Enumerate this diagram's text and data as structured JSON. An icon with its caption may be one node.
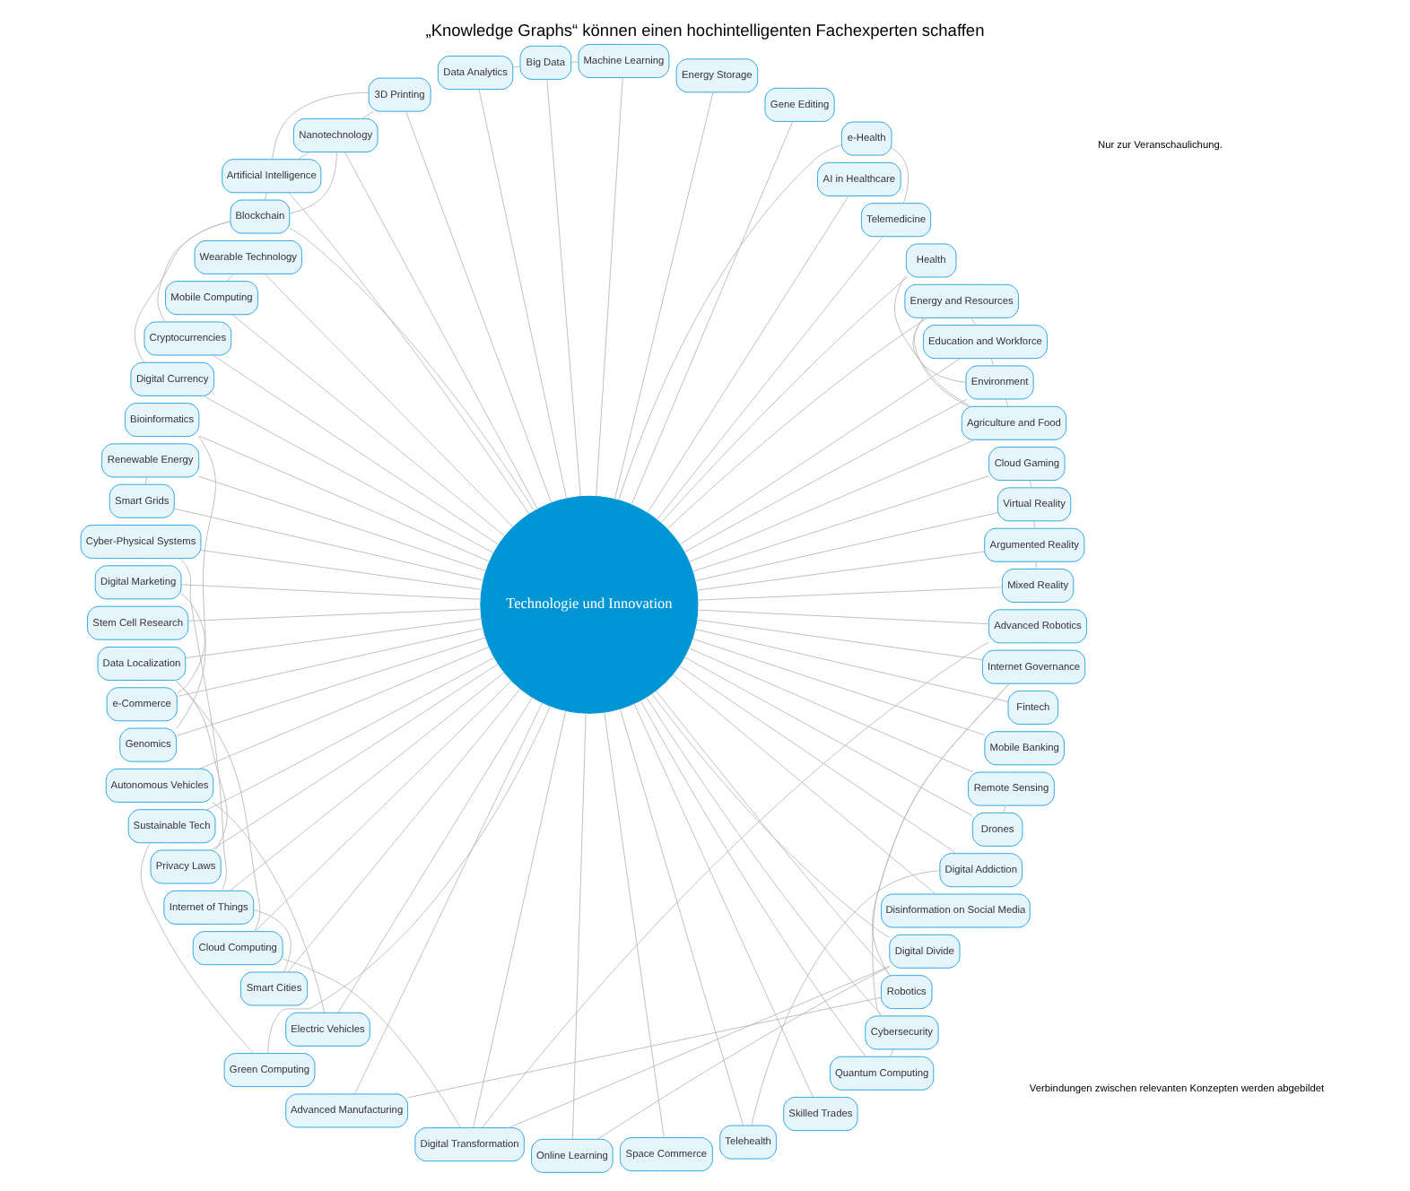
{
  "diagram": {
    "title": "„Knowledge Graphs“ können einen hochintelligenten Fachexperten schaffen",
    "nodes": [
      {
        "text": [
          "Technologie und Innovation"
        ]
      },
      {
        "text": [
          "Mixed Reality"
        ]
      },
      {
        "text": [
          "Argumented Reality"
        ]
      },
      {
        "text": [
          "Virtual Reality"
        ]
      },
      {
        "text": [
          "Cloud Gaming"
        ]
      },
      {
        "text": [
          "Agriculture and Food"
        ]
      },
      {
        "text": [
          "Environment"
        ]
      },
      {
        "text": [
          "Education and Workforce"
        ]
      },
      {
        "text": [
          "Energy and Resources"
        ]
      },
      {
        "text": [
          "Health"
        ]
      },
      {
        "text": [
          "Telemedicine"
        ]
      },
      {
        "text": [
          "AI in Healthcare"
        ]
      },
      {
        "text": [
          "e-Health"
        ]
      },
      {
        "text": [
          "Gene Editing"
        ]
      },
      {
        "text": [
          "Energy Storage"
        ]
      },
      {
        "text": [
          "Machine Learning"
        ]
      },
      {
        "text": [
          "Big Data"
        ]
      },
      {
        "text": [
          "Data Analytics"
        ]
      },
      {
        "text": [
          "3D Printing"
        ]
      },
      {
        "text": [
          "Nanotechnology"
        ]
      },
      {
        "text": [
          "Artificial Intelligence"
        ]
      },
      {
        "text": [
          "Blockchain"
        ]
      },
      {
        "text": [
          "Wearable Technology"
        ]
      },
      {
        "text": [
          "Mobile Computing"
        ]
      },
      {
        "text": [
          "Cryptocurrencies"
        ]
      },
      {
        "text": [
          "Digital Currency"
        ]
      },
      {
        "text": [
          "Bioinformatics"
        ]
      },
      {
        "text": [
          "Renewable Energy"
        ]
      },
      {
        "text": [
          "Smart Grids"
        ]
      },
      {
        "text": [
          "Cyber-Physical Systems"
        ]
      },
      {
        "text": [
          "Digital Marketing"
        ]
      },
      {
        "text": [
          "Stem Cell Research"
        ]
      },
      {
        "text": [
          "Data Localization"
        ]
      },
      {
        "text": [
          "e-Commerce"
        ]
      },
      {
        "text": [
          "Genomics"
        ]
      },
      {
        "text": [
          "Autonomous Vehicles"
        ]
      },
      {
        "text": [
          "Sustainable Tech"
        ]
      },
      {
        "text": [
          "Privacy Laws"
        ]
      },
      {
        "text": [
          "Internet of Things"
        ]
      },
      {
        "text": [
          "Cloud Computing"
        ]
      },
      {
        "text": [
          "Smart Cities"
        ]
      },
      {
        "text": [
          "Electric Vehicles"
        ]
      },
      {
        "text": [
          "Green Computing"
        ]
      },
      {
        "text": [
          "Advanced Manufacturing"
        ]
      },
      {
        "text": [
          "Digital Transformation"
        ]
      },
      {
        "text": [
          "Online Learning"
        ]
      },
      {
        "text": [
          "Space Commerce"
        ]
      },
      {
        "text": [
          "Telehealth"
        ]
      },
      {
        "text": [
          "Skilled Trades"
        ]
      },
      {
        "text": [
          "Quantum Computing"
        ]
      },
      {
        "text": [
          "Cybersecurity"
        ]
      },
      {
        "text": [
          "Robotics"
        ]
      },
      {
        "text": [
          "Digital Divide"
        ]
      },
      {
        "text": [
          "Disinformation on Social Media"
        ]
      },
      {
        "text": [
          "Digital Addiction"
        ]
      },
      {
        "text": [
          "Drones"
        ]
      },
      {
        "text": [
          "Remote Sensing"
        ]
      },
      {
        "text": [
          "Mobile Banking"
        ]
      },
      {
        "text": [
          "Fintech"
        ]
      },
      {
        "text": [
          "Internet Governance"
        ]
      },
      {
        "text": [
          "Advanced Robotics"
        ]
      }
    ],
    "edges": [
      {
        "from": 0,
        "to": 1,
        "arrow": "none"
      },
      {
        "from": 0,
        "to": 2,
        "arrow": "none"
      },
      {
        "from": 0,
        "to": 3,
        "arrow": "none"
      },
      {
        "from": 0,
        "to": 4,
        "arrow": "none"
      },
      {
        "from": 0,
        "to": 5,
        "arrow": "none"
      },
      {
        "from": 0,
        "to": 6,
        "arrow": "none"
      },
      {
        "from": 0,
        "to": 7,
        "arrow": "none"
      },
      {
        "from": 0,
        "to": 8,
        "arrow": "none"
      },
      {
        "from": 0,
        "to": 9,
        "arrow": "none"
      },
      {
        "from": 0,
        "to": 10,
        "arrow": "none"
      },
      {
        "from": 0,
        "to": 11,
        "arrow": "none"
      },
      {
        "from": 0,
        "to": 12,
        "arrow": "none"
      },
      {
        "from": 0,
        "to": 13,
        "arrow": "none"
      },
      {
        "from": 0,
        "to": 14,
        "arrow": "none"
      },
      {
        "from": 0,
        "to": 15,
        "arrow": "none"
      },
      {
        "from": 0,
        "to": 16,
        "arrow": "none"
      },
      {
        "from": 0,
        "to": 17,
        "arrow": "none"
      },
      {
        "from": 0,
        "to": 18,
        "arrow": "none"
      },
      {
        "from": 0,
        "to": 19,
        "arrow": "none"
      },
      {
        "from": 0,
        "to": 20,
        "arrow": "none"
      },
      {
        "from": 0,
        "to": 21,
        "arrow": "none"
      },
      {
        "from": 0,
        "to": 22,
        "arrow": "none"
      },
      {
        "from": 0,
        "to": 23,
        "arrow": "none"
      },
      {
        "from": 0,
        "to": 24,
        "arrow": "none"
      },
      {
        "from": 0,
        "to": 25,
        "arrow": "none"
      },
      {
        "from": 0,
        "to": 26,
        "arrow": "none"
      },
      {
        "from": 0,
        "to": 27,
        "arrow": "none"
      },
      {
        "from": 0,
        "to": 28,
        "arrow": "none"
      },
      {
        "from": 0,
        "to": 29,
        "arrow": "none"
      },
      {
        "from": 0,
        "to": 30,
        "arrow": "none"
      },
      {
        "from": 0,
        "to": 31,
        "arrow": "none"
      },
      {
        "from": 0,
        "to": 32,
        "arrow": "none"
      },
      {
        "from": 0,
        "to": 33,
        "arrow": "none"
      },
      {
        "from": 0,
        "to": 34,
        "arrow": "none"
      },
      {
        "from": 0,
        "to": 35,
        "arrow": "none"
      },
      {
        "from": 0,
        "to": 36,
        "arrow": "none"
      },
      {
        "from": 0,
        "to": 37,
        "arrow": "none"
      },
      {
        "from": 0,
        "to": 38,
        "arrow": "none"
      },
      {
        "from": 0,
        "to": 39,
        "arrow": "none"
      },
      {
        "from": 0,
        "to": 40,
        "arrow": "none"
      },
      {
        "from": 0,
        "to": 41,
        "arrow": "none"
      },
      {
        "from": 0,
        "to": 42,
        "arrow": "none"
      },
      {
        "from": 0,
        "to": 43,
        "arrow": "none"
      },
      {
        "from": 0,
        "to": 44,
        "arrow": "none"
      },
      {
        "from": 0,
        "to": 45,
        "arrow": "none"
      },
      {
        "from": 0,
        "to": 46,
        "arrow": "none"
      },
      {
        "from": 0,
        "to": 47,
        "arrow": "none"
      },
      {
        "from": 0,
        "to": 48,
        "arrow": "none"
      },
      {
        "from": 0,
        "to": 49,
        "arrow": "none"
      },
      {
        "from": 0,
        "to": 50,
        "arrow": "none"
      },
      {
        "from": 0,
        "to": 51,
        "arrow": "none"
      },
      {
        "from": 0,
        "to": 52,
        "arrow": "none"
      },
      {
        "from": 0,
        "to": 53,
        "arrow": "none"
      },
      {
        "from": 0,
        "to": 54,
        "arrow": "none"
      },
      {
        "from": 0,
        "to": 55,
        "arrow": "none"
      },
      {
        "from": 0,
        "to": 56,
        "arrow": "none"
      },
      {
        "from": 0,
        "to": 57,
        "arrow": "none"
      },
      {
        "from": 0,
        "to": 58,
        "arrow": "none"
      },
      {
        "from": 0,
        "to": 59,
        "arrow": "none"
      },
      {
        "from": 0,
        "to": 60,
        "arrow": "none"
      },
      {
        "from": 1,
        "to": 2,
        "arrow": "none"
      },
      {
        "from": 2,
        "to": 3,
        "arrow": "none"
      },
      {
        "from": 3,
        "to": 4,
        "arrow": "none"
      },
      {
        "from": 5,
        "to": 6,
        "arrow": "none"
      },
      {
        "from": 5,
        "to": 8,
        "arrow": "none"
      },
      {
        "from": 5,
        "to": 9,
        "arrow": "none"
      },
      {
        "from": 6,
        "to": 7,
        "arrow": "none"
      },
      {
        "from": 6,
        "to": 8,
        "arrow": "none"
      },
      {
        "from": 7,
        "to": 8,
        "arrow": "none"
      },
      {
        "from": 10,
        "to": 12,
        "arrow": "none"
      },
      {
        "from": 15,
        "to": 16,
        "arrow": "none"
      },
      {
        "from": 16,
        "to": 17,
        "arrow": "none"
      },
      {
        "from": 18,
        "to": 19,
        "arrow": "none"
      },
      {
        "from": 18,
        "to": 20,
        "arrow": "none"
      },
      {
        "from": 19,
        "to": 20,
        "arrow": "none"
      },
      {
        "from": 19,
        "to": 21,
        "arrow": "none"
      },
      {
        "from": 20,
        "to": 21,
        "arrow": "none"
      },
      {
        "from": 21,
        "to": 24,
        "arrow": "none"
      },
      {
        "from": 21,
        "to": 25,
        "arrow": "none"
      },
      {
        "from": 22,
        "to": 23,
        "arrow": "none"
      },
      {
        "from": 26,
        "to": 34,
        "arrow": "none"
      },
      {
        "from": 27,
        "to": 28,
        "arrow": "none"
      },
      {
        "from": 29,
        "to": 38,
        "arrow": "none"
      },
      {
        "from": 38,
        "to": 40,
        "arrow": "none"
      },
      {
        "from": 30,
        "to": 33,
        "arrow": "none"
      },
      {
        "from": 32,
        "to": 37,
        "arrow": "none"
      },
      {
        "from": 32,
        "to": 39,
        "arrow": "none"
      },
      {
        "from": 39,
        "to": 44,
        "arrow": "none"
      },
      {
        "from": 36,
        "to": 42,
        "arrow": "none"
      },
      {
        "from": 35,
        "to": 41,
        "arrow": "none"
      },
      {
        "from": 47,
        "to": 54,
        "arrow": "none"
      },
      {
        "from": 55,
        "to": 56,
        "arrow": "none"
      },
      {
        "from": 49,
        "to": 50,
        "arrow": "none"
      },
      {
        "from": 50,
        "to": 59,
        "arrow": "none"
      },
      {
        "from": 43,
        "to": 51,
        "arrow": "none"
      },
      {
        "from": 51,
        "to": 59,
        "arrow": "none"
      },
      {
        "from": 45,
        "to": 52,
        "arrow": "none"
      },
      {
        "from": 44,
        "to": 52,
        "arrow": "none"
      },
      {
        "from": 44,
        "to": 60,
        "arrow": "none"
      }
    ],
    "labels": [
      "Verbindungen zwischen relevanten Konzepten werden abgebildet",
      "Nur zur Veranschaulichung."
    ]
  }
}
